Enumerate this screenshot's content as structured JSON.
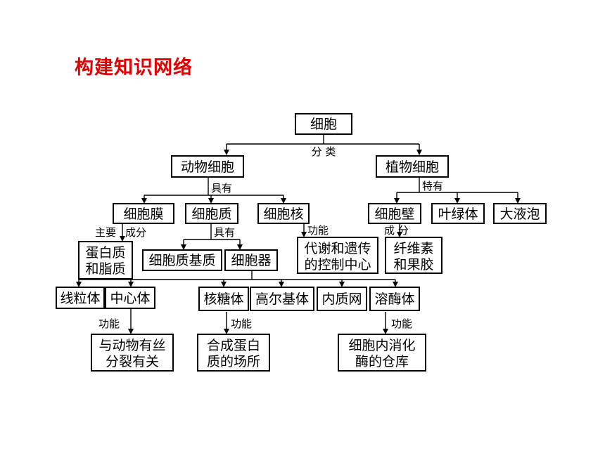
{
  "heading": "构建知识网络",
  "colors": {
    "heading": "#e00000",
    "line": "#000000",
    "box_fill": "#ffffff"
  },
  "nodes": {
    "cell": "细胞",
    "animal_cell": "动物细胞",
    "plant_cell": "植物细胞",
    "cell_membrane": "细胞膜",
    "cytoplasm": "细胞质",
    "nucleus": "细胞核",
    "cell_wall": "细胞壁",
    "chloroplast": "叶绿体",
    "large_vacuole": "大液泡",
    "protein_lipid": [
      "蛋白质",
      "和脂质"
    ],
    "cytoplasm_matrix": "细胞质基质",
    "organelle": "细胞器",
    "nucleus_function": [
      "代谢和遗传",
      "的控制中心"
    ],
    "cellulose_pectin": [
      "纤维素",
      "和果胶"
    ],
    "mitochondria": "线粒体",
    "centrosome": "中心体",
    "ribosome": "核糖体",
    "golgi": "高尔基体",
    "er": "内质网",
    "lysosome": "溶酶体",
    "centrosome_function": [
      "与动物有丝",
      "分裂有关"
    ],
    "ribosome_function": [
      "合成蛋白",
      "质的场所"
    ],
    "lysosome_function": [
      "细胞内消化",
      "酶的仓库"
    ]
  },
  "labels": {
    "classify": "分  类",
    "animal_has": "具有",
    "plant_special": "特有",
    "membrane_main": "主要",
    "membrane_comp": "成分",
    "cytoplasm_has": "具有",
    "nucleus_func": "功能",
    "wall_comp": "成  分",
    "centrosome_func": "功能",
    "ribosome_func": "功能",
    "lysosome_func": "功能"
  }
}
